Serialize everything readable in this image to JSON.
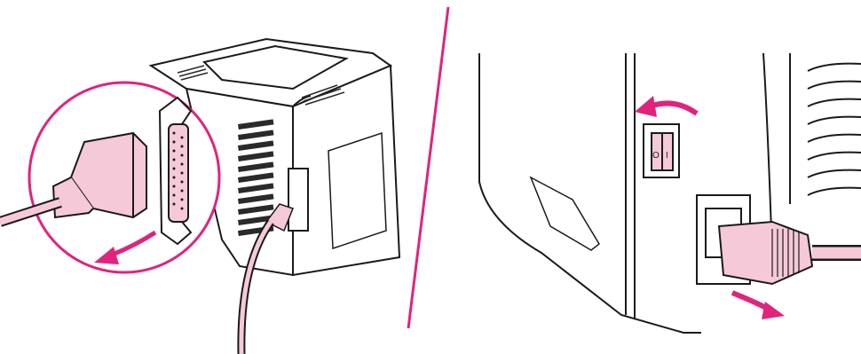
{
  "colors": {
    "accent": "#e0237d",
    "cable_fill": "#f6c9d8",
    "outline": "#1a1a1a",
    "device_fill": "#ffffff",
    "grille": "#2a2a2a"
  },
  "panels": [
    {
      "id": "left",
      "depicts": [
        "printer",
        "parallel-cable",
        "parallel-port",
        "disconnect-arrow",
        "magnifier-circle"
      ]
    },
    {
      "id": "right",
      "depicts": [
        "power-switch",
        "rotate-arrow",
        "power-cord",
        "power-socket",
        "disconnect-arrow"
      ]
    }
  ]
}
